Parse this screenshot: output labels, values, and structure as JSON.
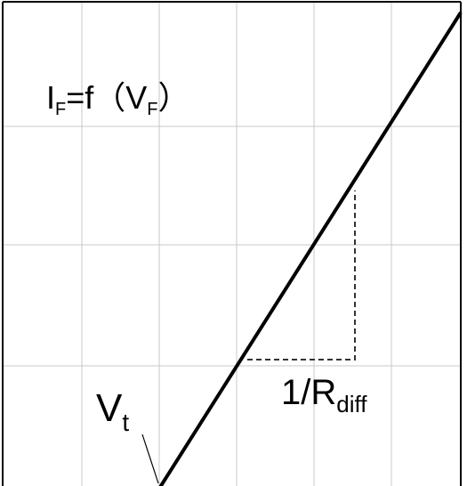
{
  "diagram": {
    "function_label": {
      "main": "I",
      "sub": "F",
      "eq": "=f（V",
      "sub2": "F",
      "close": "）"
    },
    "threshold_label": {
      "main": "V",
      "sub": "t"
    },
    "slope_label": {
      "main": "1/R",
      "sub": "diff"
    },
    "colors": {
      "line": "#000000",
      "grid": "#c8c8c8",
      "frame": "#000000",
      "dashed": "#333333"
    }
  }
}
